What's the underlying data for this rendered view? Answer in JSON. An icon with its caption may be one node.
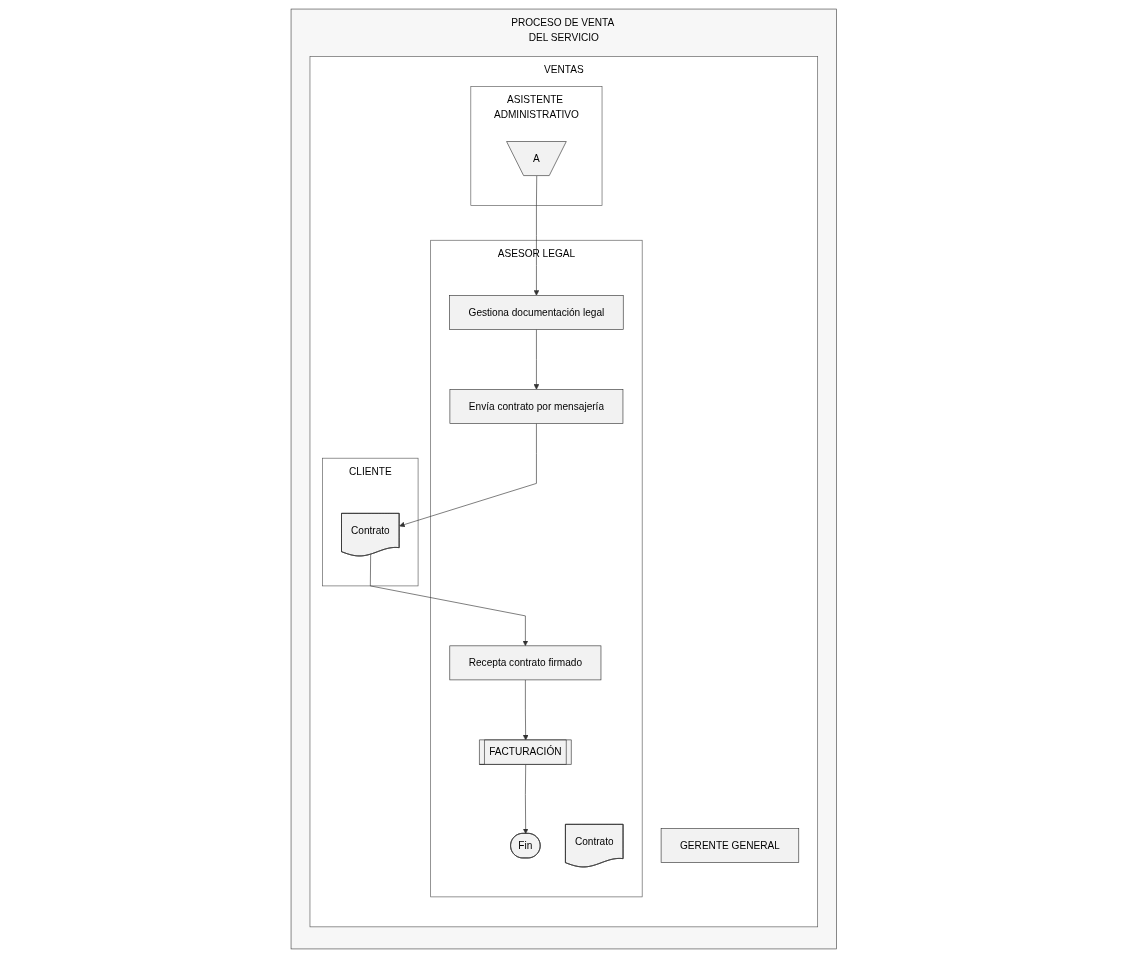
{
  "diagram": {
    "nodes": [
      {
        "text": [
          "PROCESO DE VENTA DEL SERVICIO"
        ]
      },
      {
        "text": [
          "VENTAS"
        ],
        "in": 0
      },
      {
        "text": [
          "GERENTE GENERAL"
        ],
        "in": 1
      },
      {
        "text": [
          "ASISTENTE ADMINISTRATIVO"
        ],
        "in": 1
      },
      {
        "text": [
          "ASESOR LEGAL"
        ],
        "in": 1
      },
      {
        "text": [
          "CLIENTE"
        ],
        "in": 1
      },
      {
        "text": [
          "A"
        ],
        "in": 3
      },
      {
        "text": [
          "Gestiona documentación legal"
        ],
        "in": 4
      },
      {
        "text": [
          "Contrato"
        ],
        "in": 4
      },
      {
        "text": [
          "Envía contrato por mensajería"
        ],
        "in": 4
      },
      {
        "text": [
          "Contrato"
        ],
        "in": 5
      },
      {
        "text": [
          "Recepta contrato firmado"
        ],
        "in": 4
      },
      {
        "text": [
          "FACTURACIÓN"
        ],
        "in": 4
      },
      {
        "text": [
          "Fin"
        ],
        "in": 4
      }
    ],
    "edges": [
      {
        "from": 6,
        "to": 7,
        "arrow": "to"
      },
      {
        "from": 7,
        "to": 9,
        "arrow": "to"
      },
      {
        "from": 9,
        "to": 10,
        "arrow": "to"
      },
      {
        "from": 10,
        "to": 11,
        "arrow": "to"
      },
      {
        "from": 11,
        "to": 12,
        "arrow": "to"
      },
      {
        "from": 12,
        "to": 13,
        "arrow": "to"
      }
    ]
  }
}
